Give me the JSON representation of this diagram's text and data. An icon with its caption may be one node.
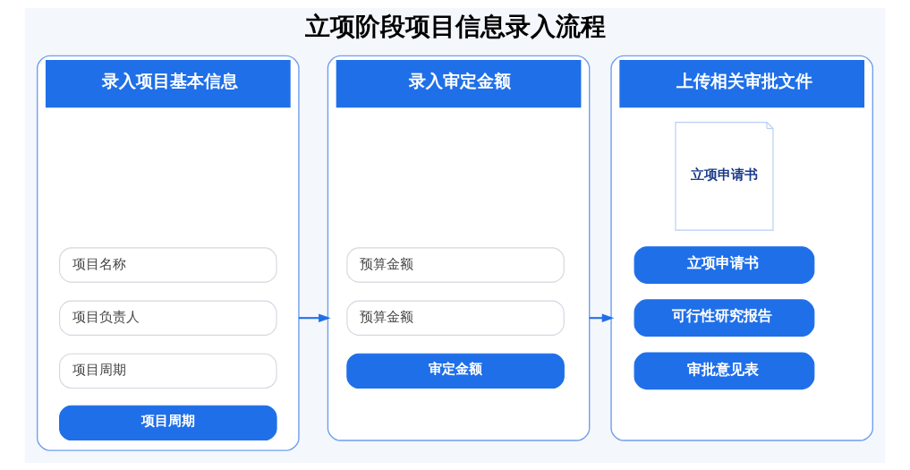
{
  "diagram": {
    "title": "立项阶段项目信息录入流程",
    "nodes": [
      {
        "text": [
          "录入项目基本信息"
        ]
      },
      {
        "text": [
          "项目名称"
        ],
        "in": 0
      },
      {
        "text": [
          "项目负责人"
        ],
        "in": 0
      },
      {
        "text": [
          "项目周期"
        ],
        "in": 0
      },
      {
        "text": [
          "项目周期"
        ],
        "in": 0
      },
      {
        "text": [
          "录入审定金额"
        ]
      },
      {
        "text": [
          "预算金额"
        ],
        "in": 5
      },
      {
        "text": [
          "预算金额"
        ],
        "in": 5
      },
      {
        "text": [
          "审定金额"
        ],
        "in": 5
      },
      {
        "text": [
          "上传相关审批文件"
        ]
      },
      {
        "text": [
          "立项申请书"
        ],
        "in": 9
      },
      {
        "text": [
          "立项申请书"
        ],
        "in": 9
      },
      {
        "text": [
          "可行性研究报告"
        ],
        "in": 9
      },
      {
        "text": [
          "审批意见表"
        ],
        "in": 9
      }
    ],
    "edges": [
      {
        "from": 0,
        "to": 5,
        "arrow": "to"
      },
      {
        "from": 5,
        "to": 9,
        "arrow": "to"
      }
    ]
  }
}
